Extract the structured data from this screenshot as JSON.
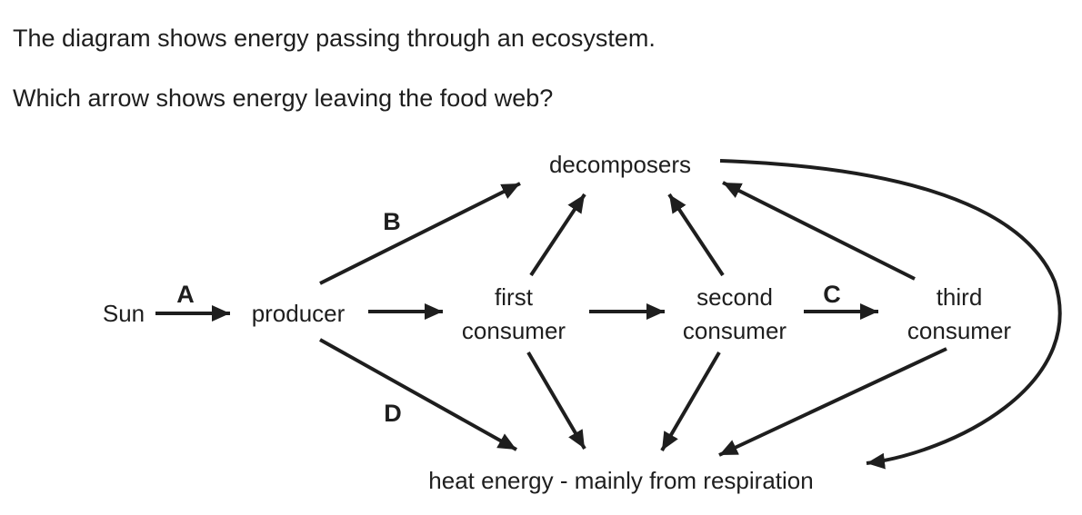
{
  "question": {
    "line1": "The diagram shows energy passing through an ecosystem.",
    "line2": "Which arrow shows energy leaving the food web?"
  },
  "diagram": {
    "nodes": {
      "sun": "Sun",
      "producer": "producer",
      "first_consumer": {
        "line1": "first",
        "line2": "consumer"
      },
      "second_consumer": {
        "line1": "second",
        "line2": "consumer"
      },
      "third_consumer": {
        "line1": "third",
        "line2": "consumer"
      },
      "decomposers": "decomposers",
      "heat_energy": "heat energy - mainly from respiration"
    },
    "arrow_labels": {
      "a": "A",
      "b": "B",
      "c": "C",
      "d": "D"
    },
    "colors": {
      "ink": "#1e1e1e",
      "background": "#ffffff"
    }
  }
}
